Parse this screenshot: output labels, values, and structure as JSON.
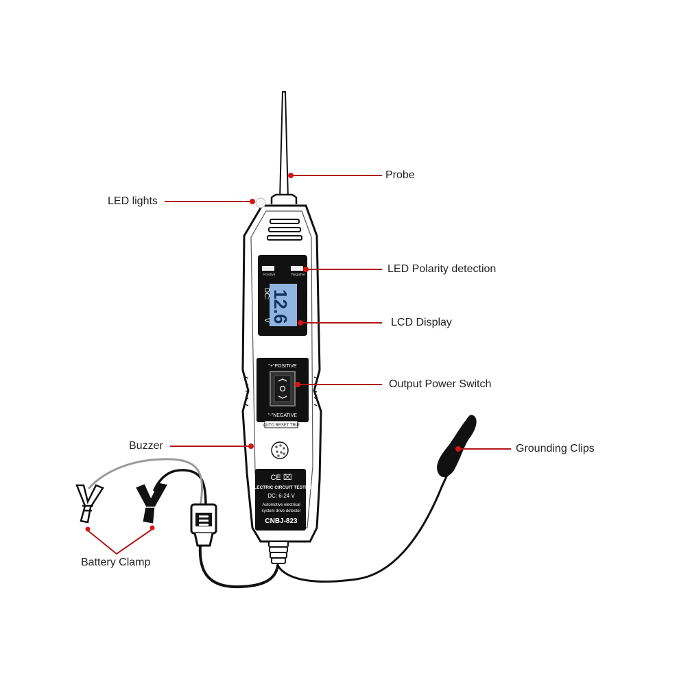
{
  "callouts": {
    "probe": "Probe",
    "led_lights": "LED lights",
    "led_polarity": "LED Polarity detection",
    "lcd_display": "LCD Display",
    "output_power_switch": "Output Power Switch",
    "buzzer": "Buzzer",
    "grounding_clips": "Grounding Clips",
    "battery_clamp": "Battery Clamp"
  },
  "device": {
    "led_label_left": "Positive",
    "led_label_right": "Negative",
    "dc_label": "DC:",
    "reading": "12.6",
    "unit": "V",
    "positive_label": "\"+\"POSITIVE",
    "negative_label": "\"-\"NEGATIVE",
    "reset_label": "AUTO RESET TRIP",
    "cert_marks": "CE ⌧",
    "product_title": "ELECTRIC CIRCUIT TESTER",
    "voltage_range": "DC: 6-24 V",
    "desc_line1": "Automotive electrical",
    "desc_line2": "system drive detector",
    "model": "CNBJ-823"
  },
  "colors": {
    "callout_line": "#b01818",
    "callout_dot": "#d81414",
    "outline": "#1a1a1a",
    "lcd_screen": "#8fb4e0",
    "panel": "#111111"
  }
}
